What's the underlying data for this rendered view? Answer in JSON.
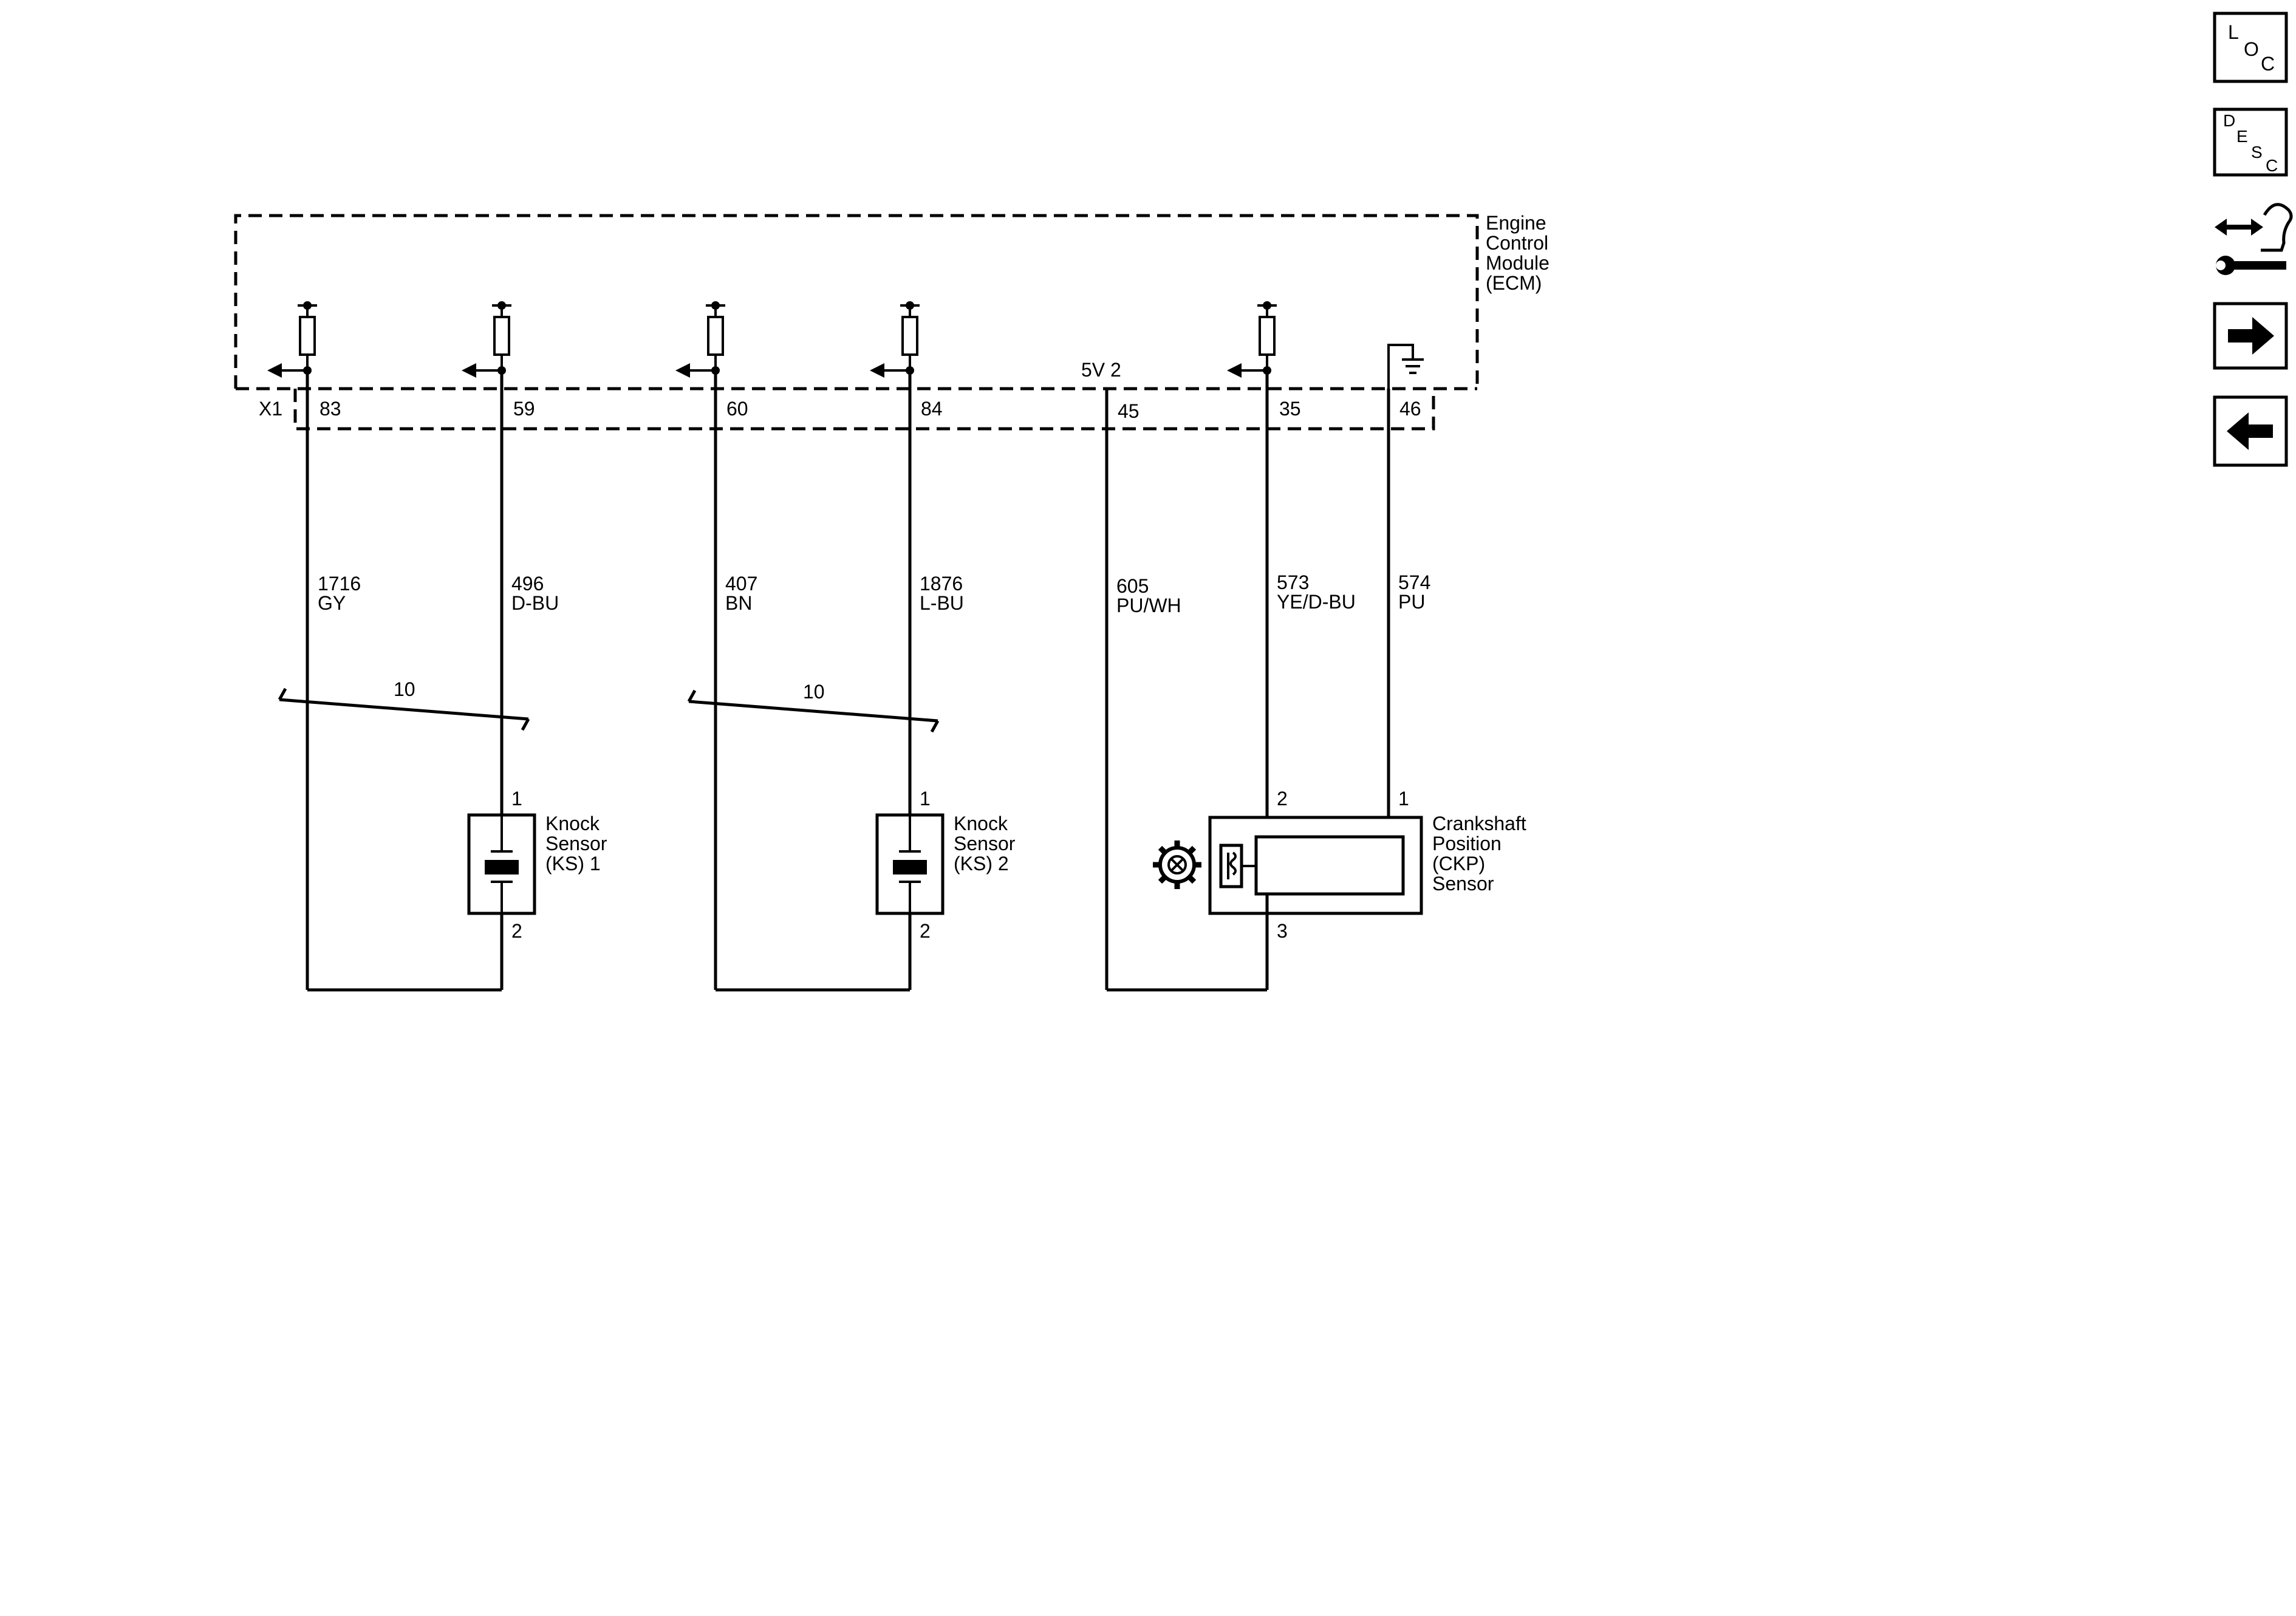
{
  "ecm": {
    "line1": "Engine",
    "line2": "Control",
    "line3": "Module",
    "line4": "(ECM)"
  },
  "connector": {
    "label": "X1"
  },
  "supply_label": "5V 2",
  "pins": {
    "p83": "83",
    "p59": "59",
    "p60": "60",
    "p84": "84",
    "p45": "45",
    "p35": "35",
    "p46": "46"
  },
  "wires": {
    "w1716": {
      "circuit": "1716",
      "color": "GY"
    },
    "w496": {
      "circuit": "496",
      "color": "D-BU"
    },
    "w407": {
      "circuit": "407",
      "color": "BN"
    },
    "w1876": {
      "circuit": "1876",
      "color": "L-BU"
    },
    "w605": {
      "circuit": "605",
      "color": "PU/WH"
    },
    "w573": {
      "circuit": "573",
      "color": "YE/D-BU"
    },
    "w574": {
      "circuit": "574",
      "color": "PU"
    }
  },
  "twist": {
    "ks1": "10",
    "ks2": "10"
  },
  "ks1": {
    "line1": "Knock",
    "line2": "Sensor",
    "line3": "(KS) 1",
    "pin_top": "1",
    "pin_bottom": "2"
  },
  "ks2": {
    "line1": "Knock",
    "line2": "Sensor",
    "line3": "(KS) 2",
    "pin_top": "1",
    "pin_bottom": "2"
  },
  "ckp": {
    "line1": "Crankshaft",
    "line2": "Position",
    "line3": "(CKP)",
    "line4": "Sensor",
    "pin2": "2",
    "pin1": "1",
    "pin3": "3"
  },
  "nav": {
    "loc": {
      "l": "L",
      "o": "O",
      "c": "C",
      "icon": "location-icon"
    },
    "desc": {
      "d": "D",
      "e": "E",
      "s": "S",
      "c": "C",
      "icon": "description-icon"
    },
    "connector_icon": "connector-tool-icon",
    "next_icon": "arrow-right-icon",
    "prev_icon": "arrow-left-icon"
  }
}
